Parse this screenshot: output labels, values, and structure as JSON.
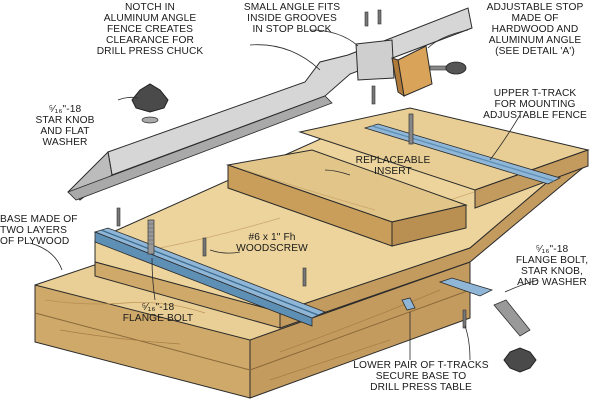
{
  "colors": {
    "plywood_top": "#e9cf95",
    "plywood_side": "#cfa96a",
    "plywood_edge": "#b98f52",
    "insert_top": "#e2c589",
    "t_track": "#8fb6d6",
    "t_track_dark": "#5e8fb5",
    "aluminum": "#d6d6d6",
    "aluminum_dark": "#a9a9a9",
    "stop_block": "#d9a35a",
    "hardware": "#555555",
    "outline": "#2b2b2b"
  },
  "callouts": {
    "notch": "NOTCH IN\nALUMINUM ANGLE\nFENCE CREATES\nCLEARANCE FOR\nDRILL PRESS CHUCK",
    "small_angle": "SMALL ANGLE FITS\nINSIDE GROOVES\nIN STOP BLOCK",
    "adjustable_stop": "ADJUSTABLE STOP\nMADE OF\nHARDWOOD AND\nALUMINUM ANGLE\n(SEE DETAIL 'a')",
    "star_knob": "⁵⁄₁₆\"-18\nSTAR KNOB\nAND FLAT\nWASHER",
    "upper_t_track": "UPPER T-TRACK\nFOR MOUNTING\nADJUSTABLE FENCE",
    "insert": "REPLACEABLE\nINSERT",
    "base": "BASE MADE OF\nTWO LAYERS\nOF PLYWOOD",
    "woodscrew": "#6 x 1\" Fh\nWOODSCREW",
    "flange_bolt_right": "⁵⁄₁₆\"-18\nFLANGE BOLT,\nSTAR KNOB,\nAND WASHER",
    "flange_bolt": "⁵⁄₁₆\"-18\nFLANGE BOLT",
    "lower_t_tracks": "LOWER PAIR OF T-TRACKS\nSECURE BASE TO\nDRILL PRESS TABLE"
  }
}
